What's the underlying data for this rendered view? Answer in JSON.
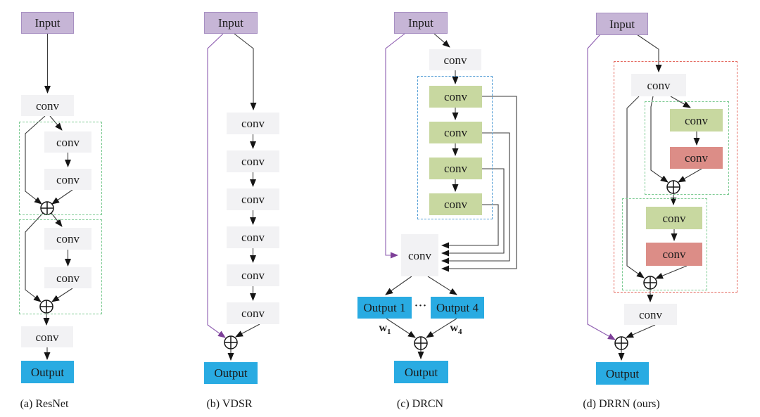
{
  "figure": {
    "panels": [
      {
        "caption": "(a) ResNet"
      },
      {
        "caption": "(b) VDSR"
      },
      {
        "caption": "(c) DRCN",
        "output_first": "Output 1",
        "output_last": "Output 4",
        "dots": "···",
        "w_first": {
          "base": "w",
          "sub": "1"
        },
        "w_last": {
          "base": "w",
          "sub": "4"
        }
      },
      {
        "caption": "(d) DRRN (ours)"
      }
    ]
  },
  "labels": {
    "input": "Input",
    "conv": "conv",
    "output": "Output"
  },
  "icons": {
    "elementwise_add": "⊕"
  },
  "colors": {
    "input_fill": "#c6b5d6",
    "input_border": "#a78fc2",
    "conv_fill": "#f2f2f4",
    "recursive_conv_fill": "#c8d8a0",
    "residual_conv_fill": "#dc8d87",
    "output_fill": "#29abe2",
    "dashed_green": "#7dcb93",
    "dashed_blue": "#569fd6",
    "dashed_red": "#e4695f",
    "line": "#3b3b3b",
    "purple_line": "#8d5cb0",
    "purple_arrow": "#7d3f98"
  }
}
